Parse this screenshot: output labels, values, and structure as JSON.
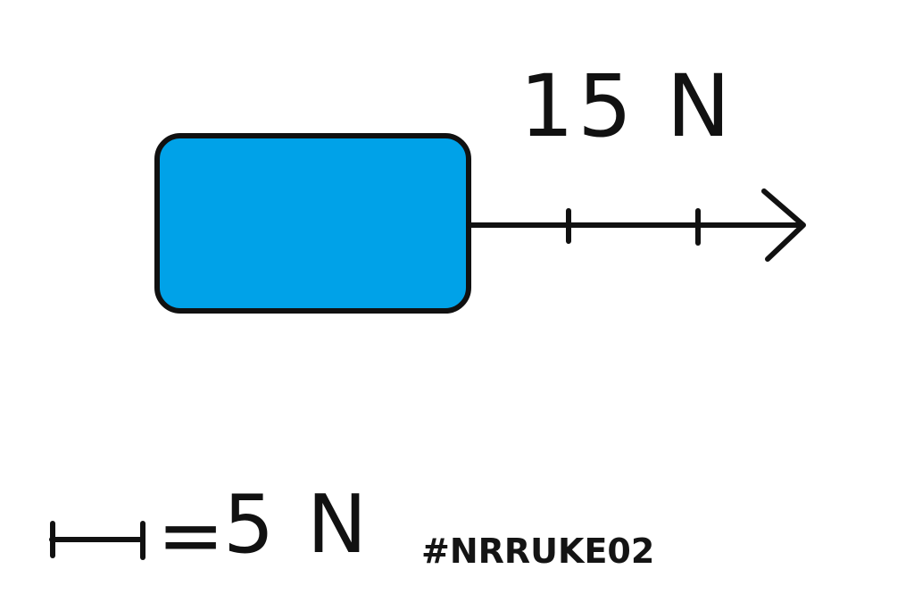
{
  "diagram": {
    "force_label": "15 N",
    "scale_label": "5 N",
    "scale_equals": "=",
    "tag": "#NRRUKE02",
    "force": {
      "magnitude_n": 15,
      "units_per_segment_n": 5,
      "segments": 3,
      "direction": "right"
    },
    "colors": {
      "block_fill": "#00A2E8",
      "stroke": "#111111",
      "background": "#FFFFFF"
    }
  }
}
